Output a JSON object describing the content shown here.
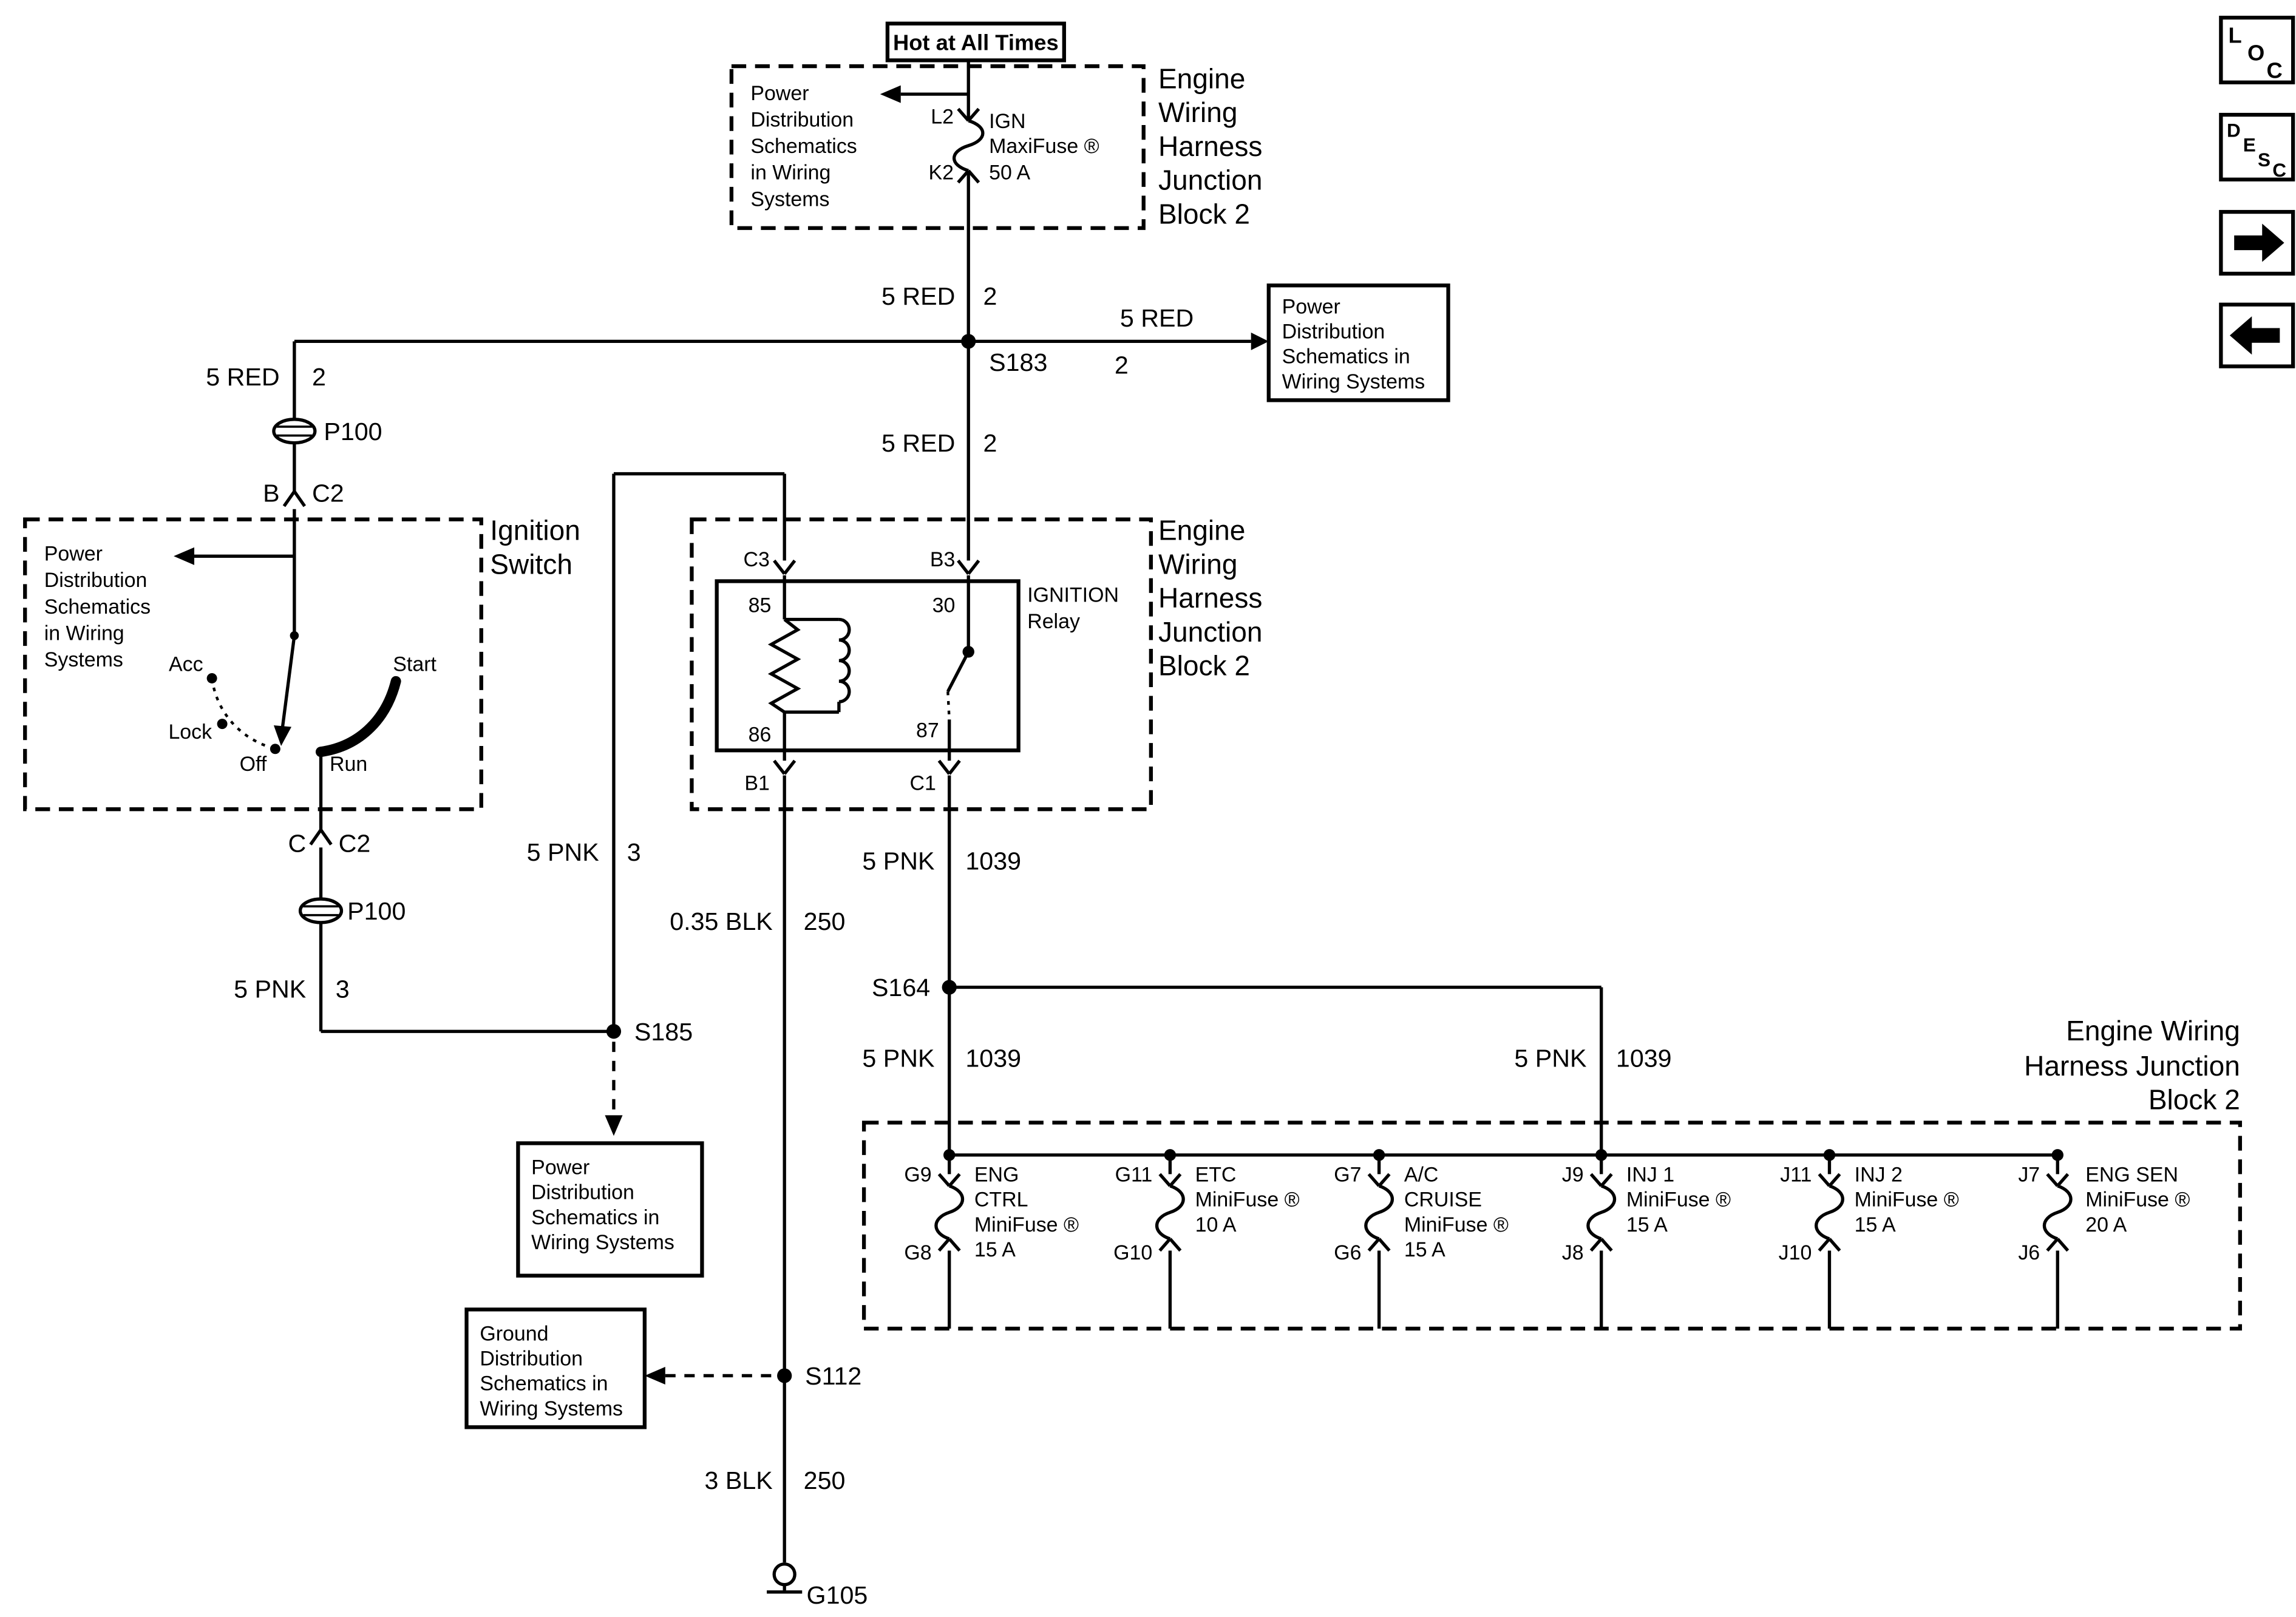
{
  "page": {
    "background": "#ffffff",
    "ink": "#000000"
  },
  "nav": {
    "loc_letters": [
      "L",
      "O",
      "C"
    ],
    "desc_letters": [
      "D",
      "E",
      "S",
      "C"
    ]
  },
  "header": {
    "hot_at_all_times": "Hot at All Times"
  },
  "junction_block_label": {
    "top": [
      "Engine",
      "Wiring",
      "Harness",
      "Junction",
      "Block 2"
    ],
    "mid": [
      "Engine",
      "Wiring",
      "Harness",
      "Junction",
      "Block 2"
    ],
    "bottom": [
      "Engine Wiring",
      "Harness Junction",
      "Block 2"
    ]
  },
  "ref_boxes": {
    "power_top": [
      "Power",
      "Distribution",
      "Schematics",
      "in Wiring",
      "Systems"
    ],
    "power_right": [
      "Power",
      "Distribution",
      "Schematics in",
      "Wiring Systems"
    ],
    "power_ignition": [
      "Power",
      "Distribution",
      "Schematics",
      "in Wiring",
      "Systems"
    ],
    "power_s185": [
      "Power",
      "Distribution",
      "Schematics in",
      "Wiring Systems"
    ],
    "ground_s112": [
      "Ground",
      "Distribution",
      "Schematics in",
      "Wiring Systems"
    ]
  },
  "maxifuse": {
    "pin_top": "L2",
    "pin_bottom": "K2",
    "name": "IGN",
    "type": "MaxiFuse ®",
    "rating": "50 A"
  },
  "ignition_switch": {
    "title": [
      "Ignition",
      "Switch"
    ],
    "positions": {
      "acc": "Acc",
      "lock": "Lock",
      "off": "Off",
      "run": "Run",
      "start": "Start"
    }
  },
  "relay": {
    "title": [
      "IGNITION",
      "Relay"
    ],
    "pins": {
      "c3": "C3",
      "b3": "B3",
      "b1": "B1",
      "c1": "C1"
    },
    "terminals": {
      "t85": "85",
      "t30": "30",
      "t86": "86",
      "t87": "87"
    }
  },
  "connectors": {
    "p100": "P100",
    "pin_b": "B",
    "pin_c": "C",
    "c2": "C2"
  },
  "splices": {
    "s183": "S183",
    "s185": "S185",
    "s164": "S164",
    "s112": "S112"
  },
  "grounds": {
    "g105": "G105"
  },
  "wires": {
    "red": {
      "label": "5 RED",
      "circuit": "2"
    },
    "pnk_3": {
      "label": "5 PNK",
      "circuit": "3"
    },
    "blk_035": {
      "label": "0.35 BLK",
      "circuit": "250"
    },
    "pnk_1039": {
      "label": "5 PNK",
      "circuit": "1039"
    },
    "blk_3": {
      "label": "3 BLK",
      "circuit": "250"
    }
  },
  "minifuses": [
    {
      "pin_top": "G9",
      "pin_bottom": "G8",
      "lines": [
        "ENG",
        "CTRL",
        "MiniFuse ®",
        "15 A"
      ]
    },
    {
      "pin_top": "G11",
      "pin_bottom": "G10",
      "lines": [
        "ETC",
        "MiniFuse ®",
        "10 A"
      ]
    },
    {
      "pin_top": "G7",
      "pin_bottom": "G6",
      "lines": [
        "A/C",
        "CRUISE",
        "MiniFuse ®",
        "15 A"
      ]
    },
    {
      "pin_top": "J9",
      "pin_bottom": "J8",
      "lines": [
        "INJ 1",
        "MiniFuse ®",
        "15 A"
      ]
    },
    {
      "pin_top": "J11",
      "pin_bottom": "J10",
      "lines": [
        "INJ 2",
        "MiniFuse ®",
        "15 A"
      ]
    },
    {
      "pin_top": "J7",
      "pin_bottom": "J6",
      "lines": [
        "ENG SEN",
        "MiniFuse ®",
        "20 A"
      ]
    }
  ]
}
